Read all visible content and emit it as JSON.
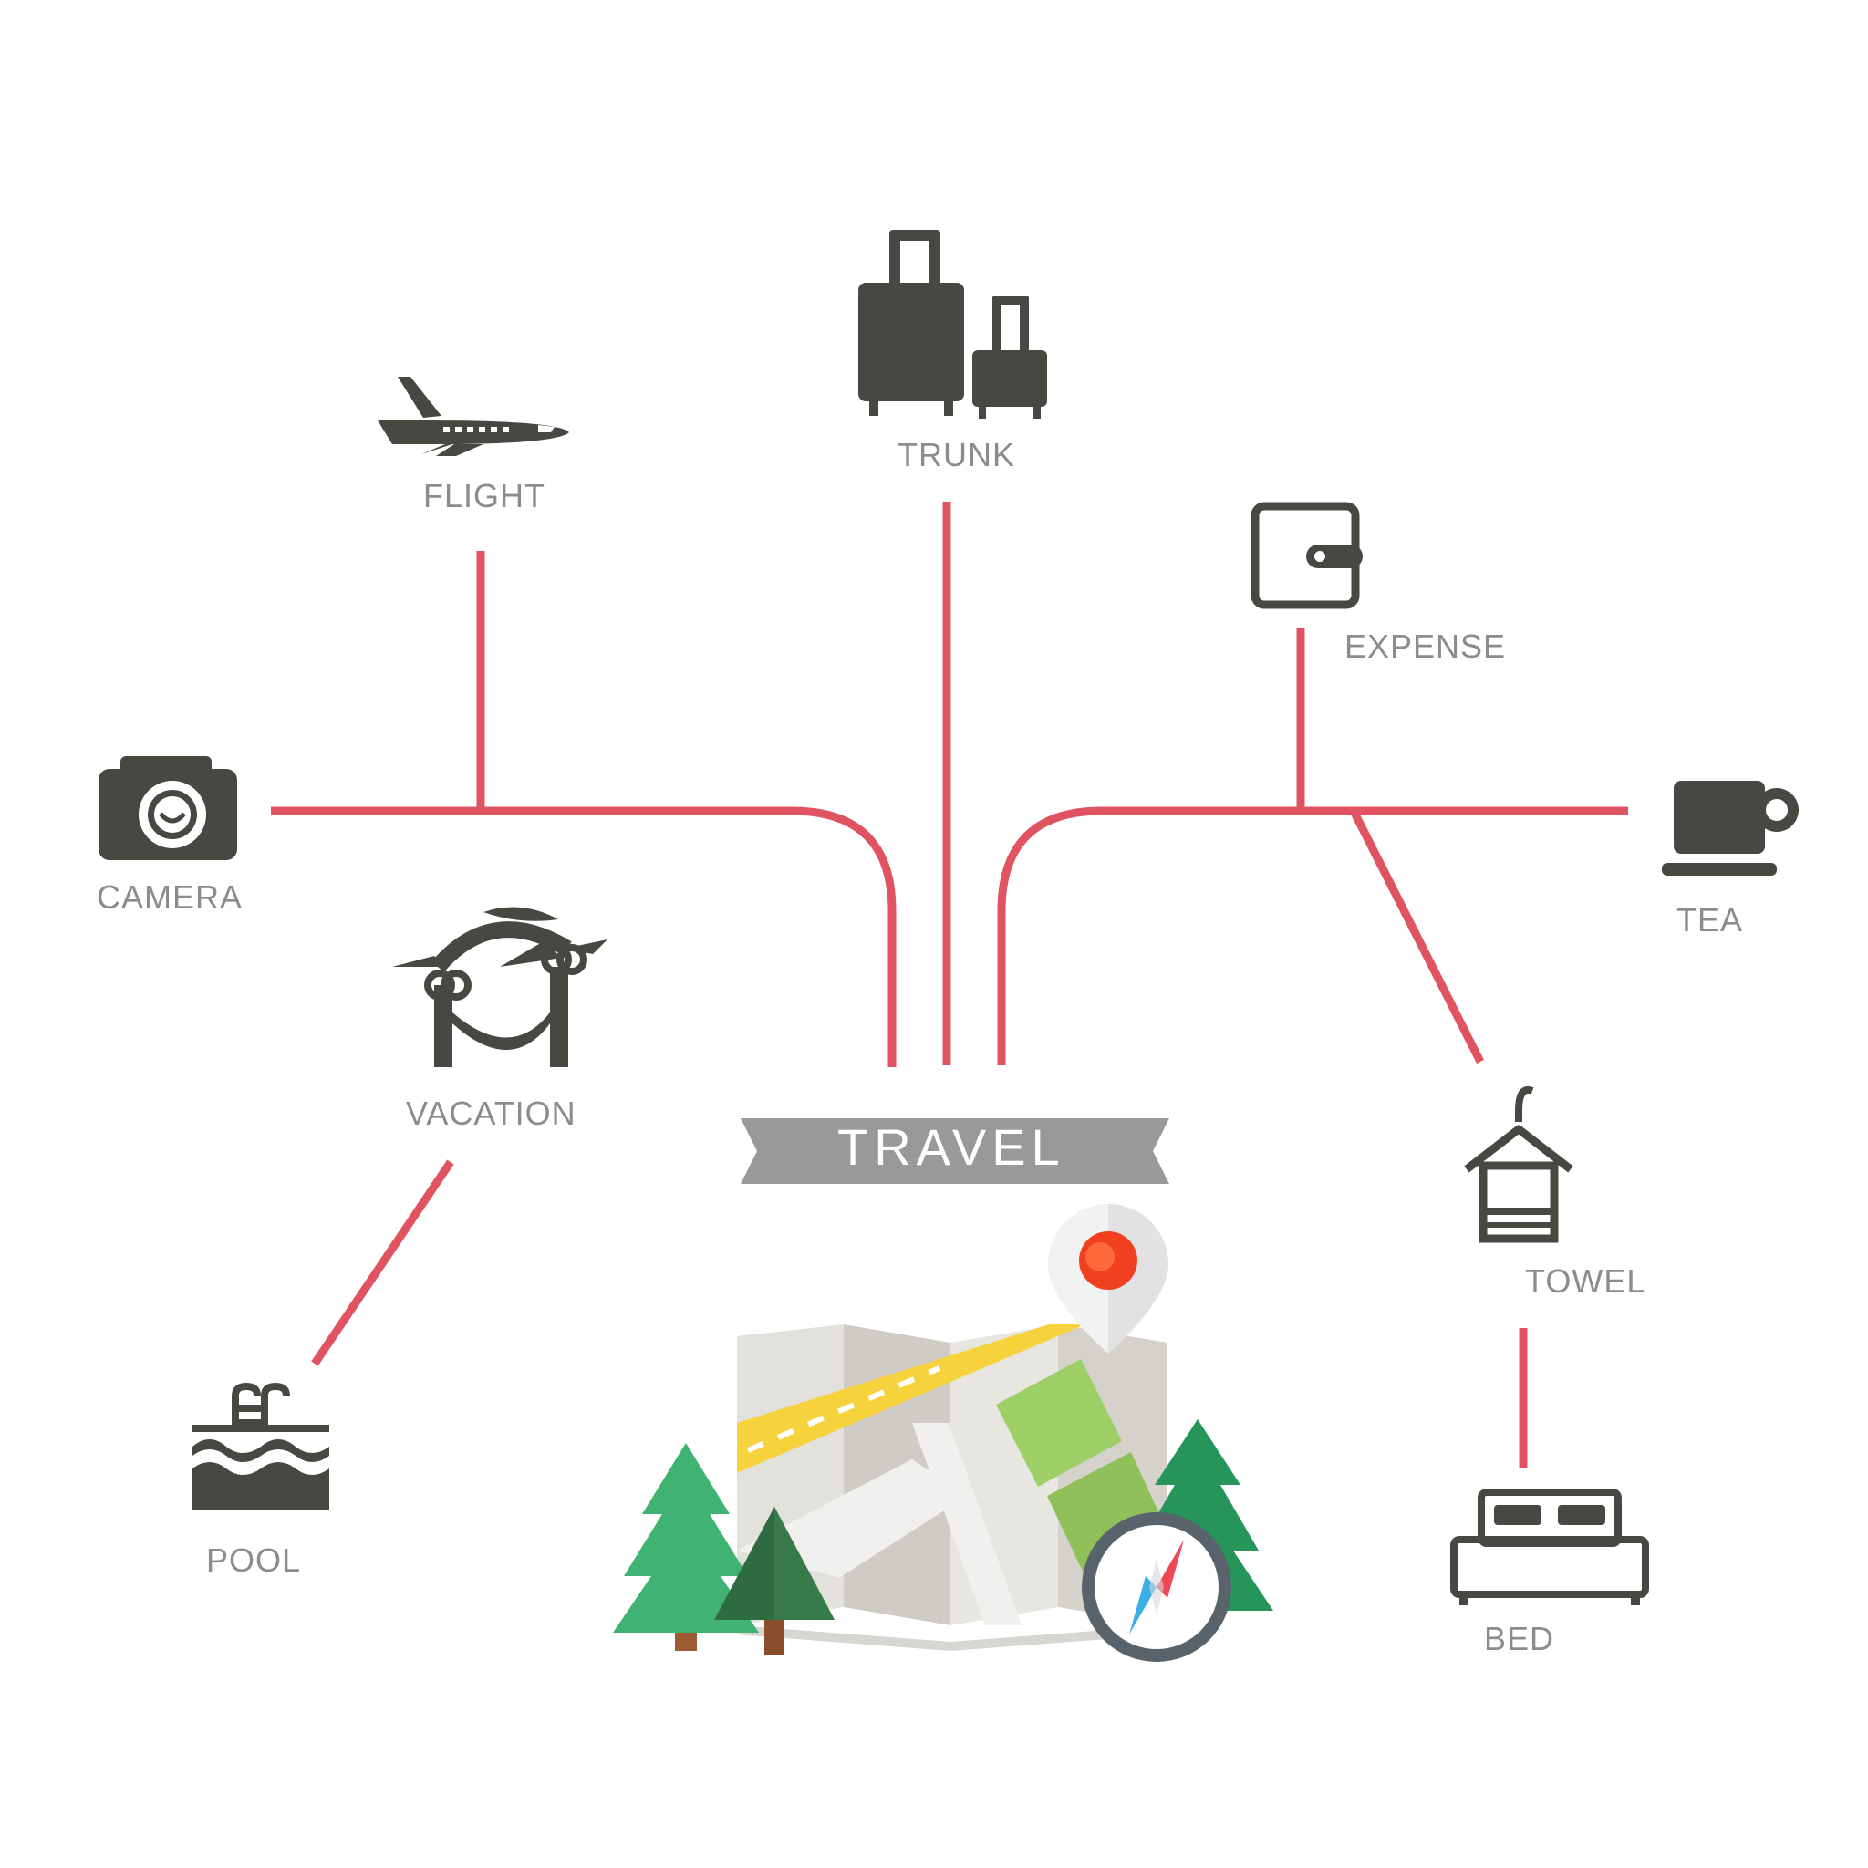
{
  "colors": {
    "connector": "#e05462",
    "icon": "#484843",
    "label": "#8c8c8c",
    "banner": "#999999",
    "banner_text": "#ffffff"
  },
  "center": {
    "title": "TRAVEL"
  },
  "nodes": [
    {
      "id": "flight",
      "label": "FLIGHT",
      "icon": "airplane-icon"
    },
    {
      "id": "trunk",
      "label": "TRUNK",
      "icon": "luggage-icon"
    },
    {
      "id": "expense",
      "label": "EXPENSE",
      "icon": "wallet-icon"
    },
    {
      "id": "camera",
      "label": "CAMERA",
      "icon": "camera-icon"
    },
    {
      "id": "tea",
      "label": "TEA",
      "icon": "tea-cup-icon"
    },
    {
      "id": "vacation",
      "label": "VACATION",
      "icon": "hammock-palm-icon"
    },
    {
      "id": "towel",
      "label": "TOWEL",
      "icon": "towel-hanger-icon"
    },
    {
      "id": "pool",
      "label": "POOL",
      "icon": "pool-ladder-icon"
    },
    {
      "id": "bed",
      "label": "BED",
      "icon": "bed-icon"
    }
  ],
  "edges": [
    {
      "from": "travel",
      "to": "trunk"
    },
    {
      "from": "travel",
      "to": "camera"
    },
    {
      "from": "camera",
      "to": "flight"
    },
    {
      "from": "travel",
      "to": "tea"
    },
    {
      "from": "tea",
      "to": "expense"
    },
    {
      "from": "tea",
      "to": "towel"
    },
    {
      "from": "towel",
      "to": "bed"
    },
    {
      "from": "vacation",
      "to": "pool"
    }
  ],
  "illustration": {
    "icon": "map-illustration"
  }
}
